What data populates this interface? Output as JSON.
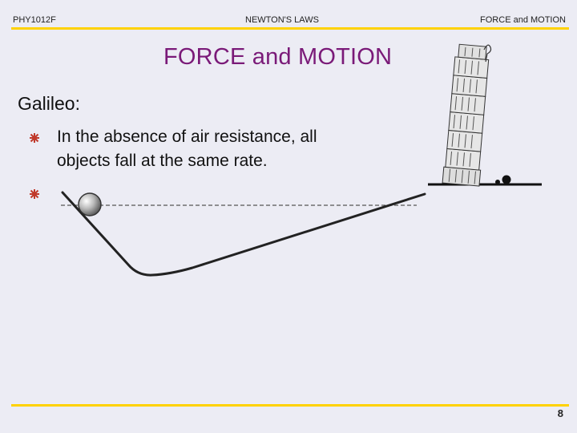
{
  "header": {
    "course": "PHY1012F",
    "topic": "NEWTON'S LAWS",
    "section": "FORCE and MOTION"
  },
  "slide": {
    "title": "FORCE and MOTION",
    "heading": "Galileo:",
    "bullets": [
      "In the absence of air resistance, all objects fall at the same rate.",
      ""
    ]
  },
  "footer": {
    "page_number": "8"
  },
  "colors": {
    "title": "#7a1a78",
    "rule": "#ffd200",
    "bullet": "#c0392b",
    "background": "#ececf4"
  },
  "icons": [
    "bullet-icon",
    "leaning-tower-image",
    "ramp-diagram"
  ]
}
